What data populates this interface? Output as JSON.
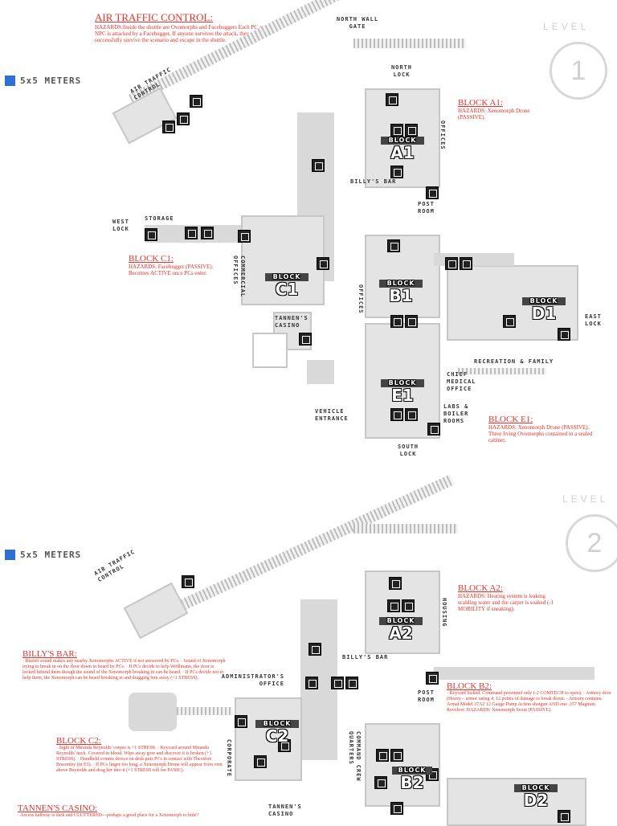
{
  "scale_label": "5x5 METERS",
  "level_word": "LEVEL",
  "level1": {
    "number": "1",
    "air_traffic": {
      "title": "AIR TRAFFIC CONTROL:",
      "text": "HAZARDS:Inside the shuttle are Ovomorphs and Facehuggers Each PC and NPC is attacked by a Facehugger. If anyone survives the attack, they will successfully survive the scenario and escape in the shuttle."
    },
    "block_a1": {
      "title": "BLOCK A1:",
      "text": "HAZARDS: Xenomorph Drone (PASSIVE)."
    },
    "block_c1": {
      "title": "BLOCK C1:",
      "text": "HAZARDS: Facehugger (PASSIVE). Becomes ACTIVE once PCs enter."
    },
    "block_e1": {
      "title": "BLOCK E1:",
      "text": "HAZARDS: Xenomorph Drone (PASSIVE). Three living Ovomorphs contained in a sealed cabinet."
    },
    "labels": {
      "north_wall_gate": "NORTH WALL GATE",
      "air_traffic_control": "AIR TRAFFIC CONTROL",
      "north_lock": "NORTH LOCK",
      "offices_a": "OFFICES",
      "billys_bar": "BILLY'S BAR",
      "post_room": "POST ROOM",
      "storage": "STORAGE",
      "west_lock": "WEST LOCK",
      "commercial_offices": "COMMERCIAL OFFICES",
      "offices_b": "OFFICES",
      "tannens_casino": "TANNEN'S CASINO",
      "east_lock": "EAST LOCK",
      "recreation_family": "RECREATION & FAMILY",
      "chief_medical_office": "CHIEF MEDICAL OFFICE",
      "labs_boiler_rooms": "LABS & BOILER ROOMS",
      "vehicle_entrance": "VEHICLE ENTRANCE",
      "south_lock": "SOUTH LOCK"
    },
    "blocks": {
      "a": "A1",
      "b": "B1",
      "c": "C1",
      "d": "D1",
      "e": "E1",
      "word": "BLOCK"
    }
  },
  "level2": {
    "number": "2",
    "block_a2": {
      "title": "BLOCK A2:",
      "text": "HAZARDS: Heating system is leaking scalding water and the carpet is soaked (-1 MOBILITY if sneaking)."
    },
    "billys_bar": {
      "title": "BILLY'S BAR:",
      "text": "· Buzzer sound makes any nearby Xenomorphs ACTIVE if not answered by PCs. · Sound of Xenomorph trying to break in on the floor down in board by PCs. · If PCs decide to help Weißmann, the door is locked behind them though the sound of the Xenomorph breaking in can be heard. · If PCs decide not to help them, the Xenomorph can be heard breaking in and dragging him away (+1 STRESS)."
    },
    "block_b2": {
      "title": "BLOCK B2:",
      "text": "· Keycard locked. Command personnel only (-2 COMTECH to open). · Armory door (Heavy – armor rating 4, 12 points of damage to break down. · Armory contains: Armat Model 37A2 12 Gauge Pump Action shotgun AND one .357 Magnum Revolver. HAZARDS: Xenomorph Scout (PASSIVE)."
    },
    "block_c2": {
      "title": "BLOCK C2:",
      "text": "· Sight of Miranda Reynolds' corpse is +1 STRESS. · Keycard around Miranda Reynolds' neck. Covered in blood. Wipe away gore and discover it is broken (+1 STRESS). · Handheld comms device on desk puts PCs in contact with Theodore Bosomley (in E3). · If PCs linger too long, a Xenomorph Drone will appear from vent above Reynolds and drag her into it (+1 STRESS roll for PANIC)."
    },
    "tannens_casino": {
      "title": "TANNEN'S CASINO:",
      "text": "· Access hallway is dark and CLUTTERED—perhaps a good place for a Xenomorph to hide?"
    },
    "labels": {
      "air_traffic_control": "AIR TRAFFIC CONTROL",
      "housing": "HOUSING",
      "billys_bar": "BILLY'S BAR",
      "administrators_office": "ADMINISTRATOR'S OFFICE",
      "post_room": "POST ROOM",
      "corporate": "CORPORATE",
      "command_crew_quarters": "COMMAND CREW QUARTERS",
      "tannens_casino": "TANNEN'S CASINO"
    },
    "blocks": {
      "a": "A2",
      "b": "B2",
      "c": "C2",
      "d": "D2",
      "word": "BLOCK"
    }
  }
}
